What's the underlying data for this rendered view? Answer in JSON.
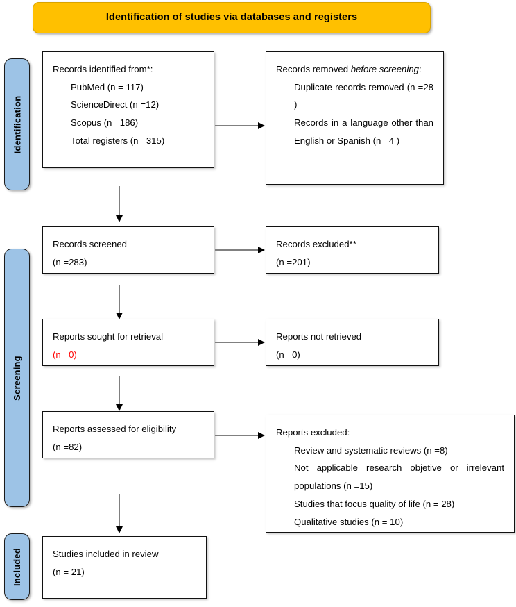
{
  "diagram": {
    "type": "prisma-flow-diagram",
    "title": "Identification of studies via databases and registers",
    "colors": {
      "banner": "#FFC000",
      "phase_bar": "#9DC3E6",
      "box_border": "#111111",
      "arrow_shaft": "#808080",
      "arrow_head": "#000000",
      "highlight": "#FF0000"
    }
  },
  "phases": [
    {
      "label": "Identification"
    },
    {
      "label": "Screening"
    },
    {
      "label": "Included"
    }
  ],
  "boxes": {
    "records_identified": {
      "heading": "Records identified from*:",
      "items": [
        "PubMed (n = 117)",
        "ScienceDirect (n =12)",
        "Scopus (n =186)",
        "Total registers (n= 315)"
      ]
    },
    "records_removed": {
      "heading_plain_1": "Records removed ",
      "heading_italic": "before screening",
      "heading_plain_2": ":",
      "items": [
        "Duplicate records removed   (n =28 )",
        "Records in a language other than English or Spanish (n =4 )"
      ]
    },
    "records_screened": {
      "line1": "Records screened",
      "line2": "(n =283)"
    },
    "records_excluded": {
      "line1": "Records excluded**",
      "line2": "(n =201)"
    },
    "reports_sought": {
      "line1": "Reports sought for retrieval",
      "line2": "(n =0)",
      "line2_color": "#FF0000"
    },
    "reports_not_retrieved": {
      "line1": "Reports not retrieved",
      "line2": "(n =0)"
    },
    "reports_assessed": {
      "line1": "Reports assessed for eligibility",
      "line2": "(n =82)"
    },
    "reports_excluded": {
      "heading": "Reports excluded:",
      "items": [
        "Review and systematic reviews (n =8)",
        "Not applicable research objetive or irrelevant populations (n =15)",
        "Studies that focus quality of life (n = 28)",
        "Qualitative studies (n = 10)"
      ]
    },
    "studies_included": {
      "line1": "Studies included in review",
      "line2": "(n = 21)"
    }
  }
}
